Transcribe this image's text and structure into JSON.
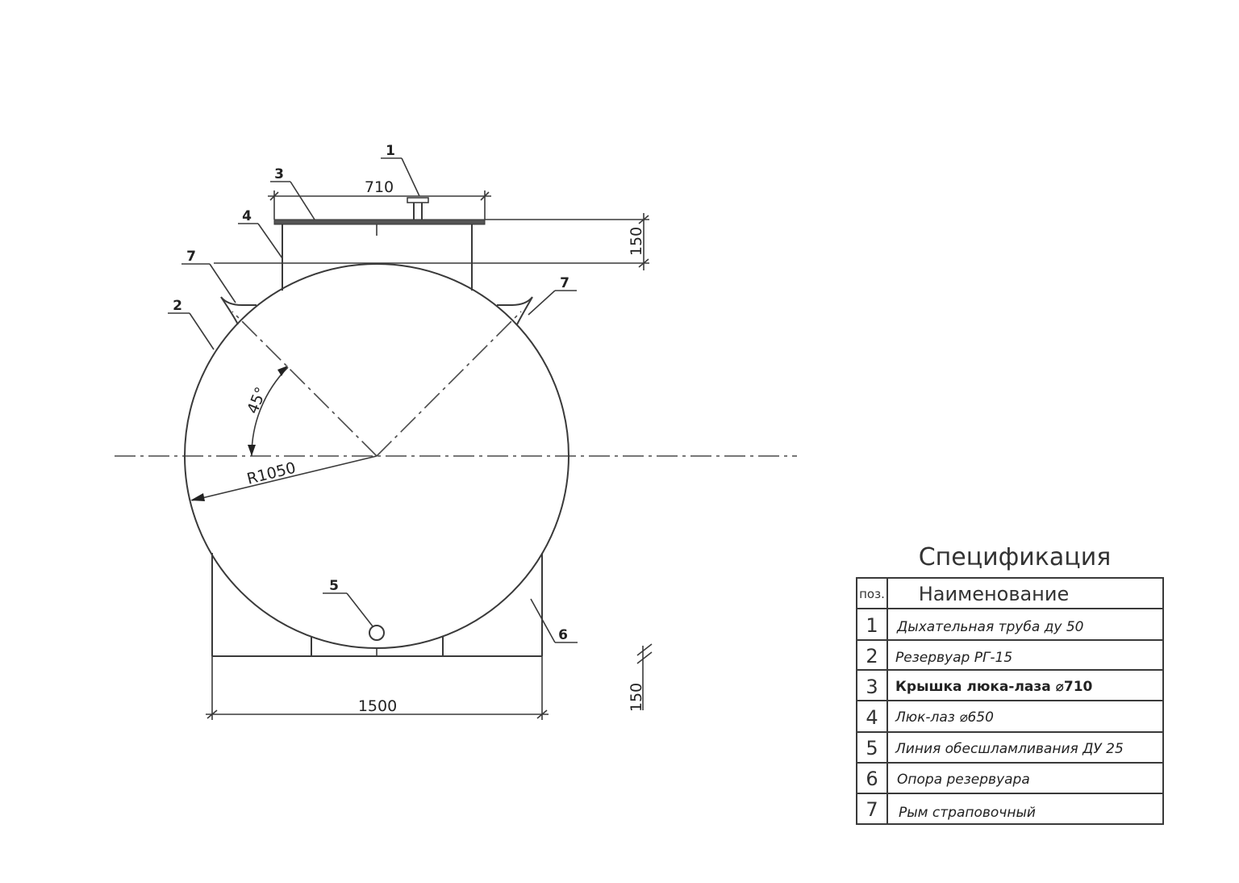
{
  "dimensions": {
    "hatch_width": "710",
    "hatch_height": "150",
    "support_width": "1500",
    "support_height": "150",
    "radius": "R1050",
    "angle": "45°"
  },
  "callouts": [
    "1",
    "3",
    "4",
    "7",
    "2",
    "7",
    "5",
    "6"
  ],
  "specification": {
    "title": "Спецификация",
    "col_pos": "поз.",
    "col_name": "Наименование",
    "rows": [
      {
        "pos": "1",
        "name": "Дыхательная труба ду 50"
      },
      {
        "pos": "2",
        "name": "Резервуар РГ-15"
      },
      {
        "pos": "3",
        "name": "Крышка люка-лаза ⌀710"
      },
      {
        "pos": "4",
        "name": "Люк-лаз ⌀650"
      },
      {
        "pos": "5",
        "name": "Линия обесшламливания ДУ 25"
      },
      {
        "pos": "6",
        "name": "Опора резервуара"
      },
      {
        "pos": "7",
        "name": "Рым страповочный"
      }
    ]
  }
}
